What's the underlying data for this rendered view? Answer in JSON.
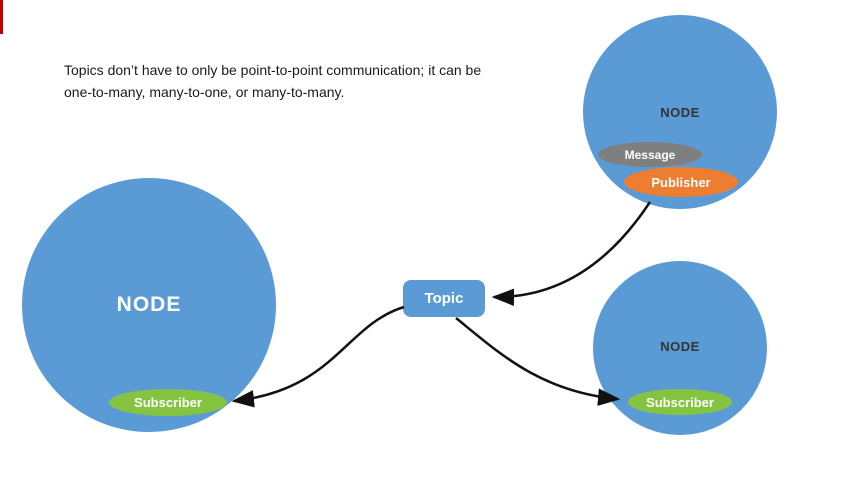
{
  "caption": {
    "text": "Topics don’t have to only be point-to-point communication; it can be one-to-many, many-to-one, or many-to-many."
  },
  "topic": {
    "label": "Topic"
  },
  "nodes": {
    "left": {
      "label": "NODE",
      "subscriber": "Subscriber"
    },
    "top_right": {
      "label": "NODE",
      "message": "Message",
      "publisher": "Publisher"
    },
    "bottom_right": {
      "label": "NODE",
      "subscriber": "Subscriber"
    }
  },
  "colors": {
    "node_blue": "#5b9bd5",
    "subscriber_green": "#84c441",
    "publisher_orange": "#ed7d31",
    "message_gray": "#7f7f7f",
    "arrow_black": "#111111",
    "accent_red": "#c00000"
  }
}
